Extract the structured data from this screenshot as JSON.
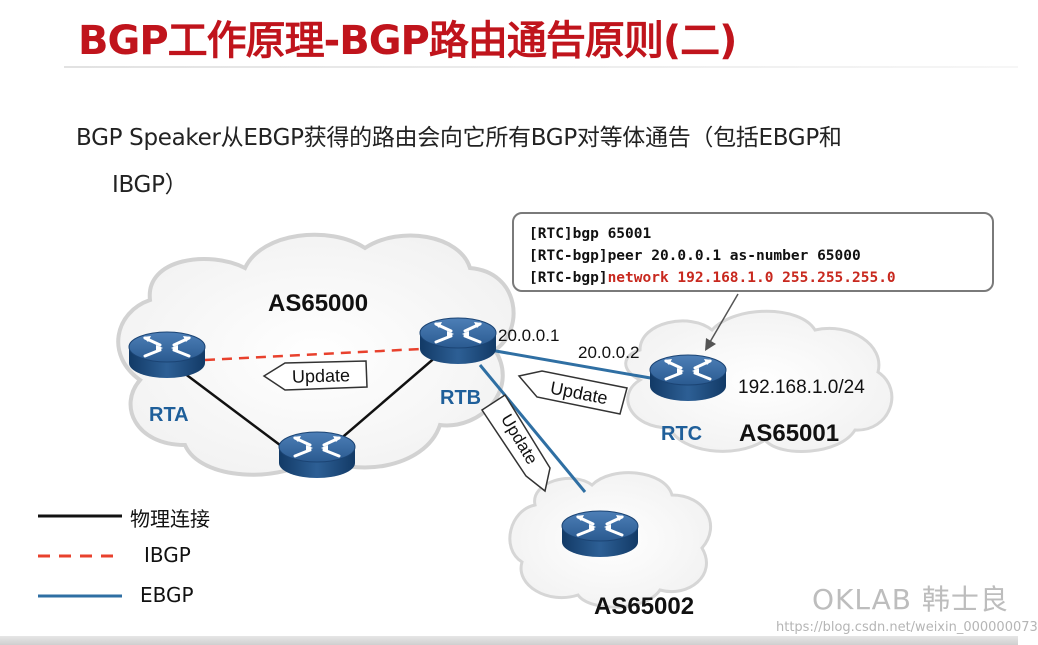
{
  "slide": {
    "title": "BGP工作原理-BGP路由通告原则(二)",
    "body_line1": "BGP Speaker从EBGP获得的路由会向它所有BGP对等体通告（包括EBGP和",
    "body_line2": "IBGP）"
  },
  "config": {
    "line1": "[RTC]bgp 65001",
    "line2": "[RTC-bgp]peer 20.0.0.1 as-number 65000",
    "line3_prefix": "[RTC-bgp]",
    "line3_command": "network 192.168.1.0 255.255.255.0"
  },
  "topology": {
    "as_left": "AS65000",
    "as_right": "AS65001",
    "as_bottom": "AS65002",
    "routers": {
      "rta": "RTA",
      "rtb": "RTB",
      "rtc": "RTC"
    },
    "ip_rtb": "20.0.0.1",
    "ip_rtc": "20.0.0.2",
    "network": "192.168.1.0/24",
    "update_label": "Update"
  },
  "legend": {
    "physical": "物理连接",
    "ibgp": "IBGP",
    "ebgp": "EBGP"
  },
  "colors": {
    "title": "#c0141c",
    "router": "#1f4f86",
    "ebgp_line": "#2f6fa3",
    "ibgp_line": "#e8412d",
    "physical_line": "#111111",
    "router_label": "#1f5f9a"
  },
  "watermark": {
    "brand": "OKLAB 韩士良",
    "url": "https://blog.csdn.net/weixin_000000073"
  }
}
